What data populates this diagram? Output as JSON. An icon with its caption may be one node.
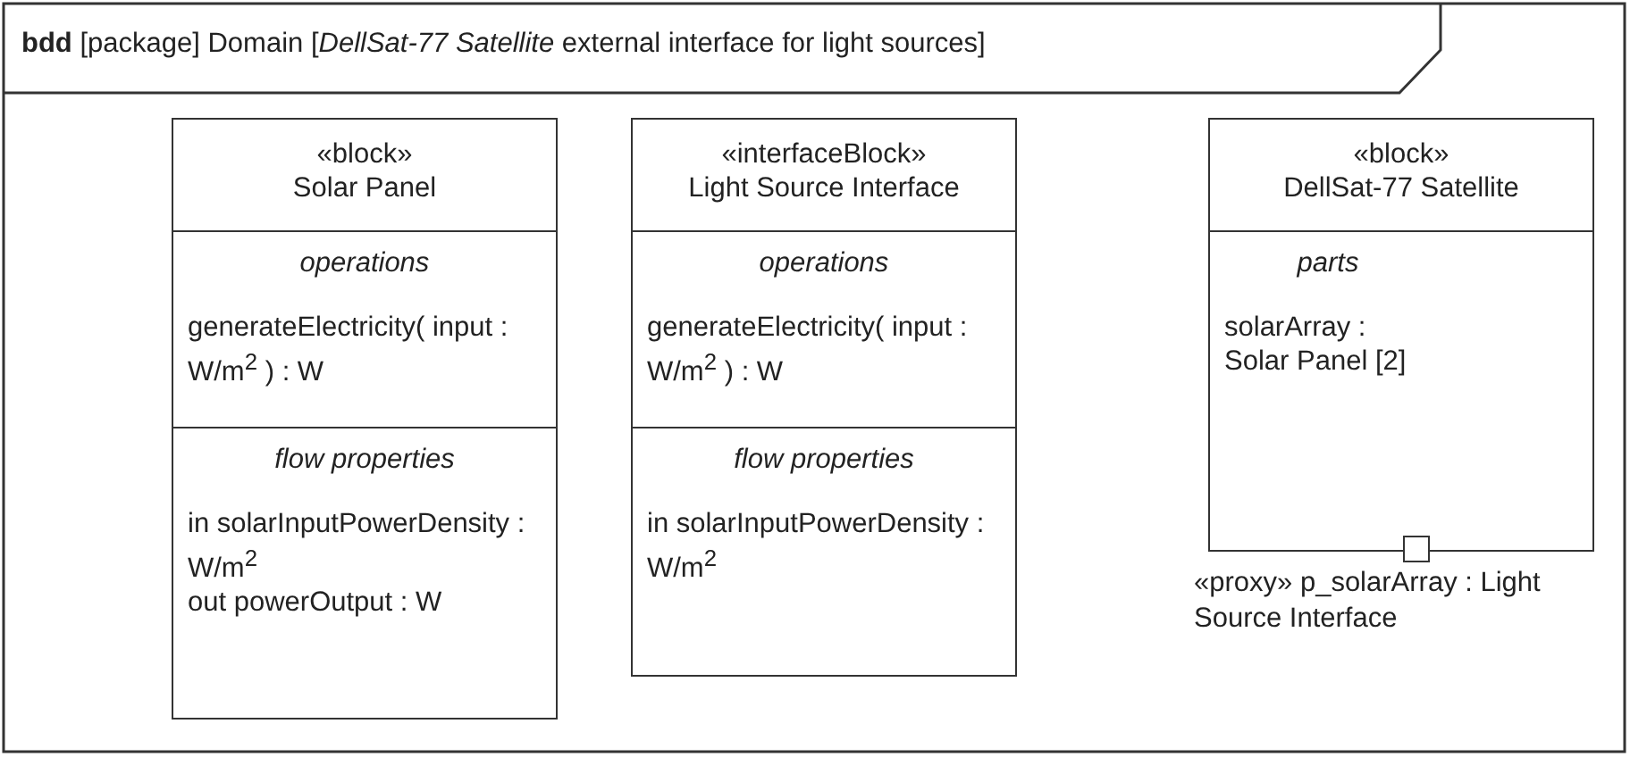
{
  "diagram": {
    "title": "**bdd** [package] Domain [*DellSat-77 Satellite* external interface for light sources]",
    "nodes": [
      {
        "text": [
          "«block»",
          "Solar Panel",
          "operations",
          "generateElectricity( input : W/m$^{2}$ ) : W",
          "flow properties",
          "in solarInputPowerDensity : W/m$^{2}$",
          "out powerOutput : W"
        ]
      },
      {
        "text": [
          "«interfaceBlock»",
          "Light Source Interface",
          "operations",
          "generateElectricity( input : W/m$^{2}$ ) : W",
          "flow properties",
          "in solarInputPowerDensity : W/m$^{2}$"
        ]
      },
      {
        "text": [
          "«block»",
          "DellSat-77 Satellite",
          "parts",
          "solarArray : Solar Panel [2]"
        ]
      },
      {
        "text": [],
        "shape": "box",
        "beside": [
          "«proxy» p_solarArray : Light Source Interface"
        ]
      }
    ],
    "edges": []
  }
}
